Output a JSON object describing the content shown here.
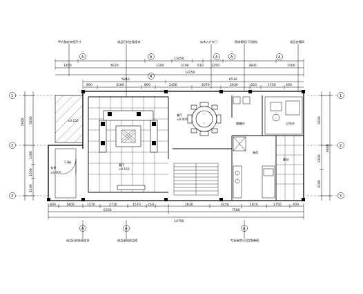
{
  "annotations_top": [
    "甲方指定衣柜尺寸",
    "成品石材台面组合",
    "实木入户大门",
    "厨房橱柜门可推拉",
    "成品衣帽间"
  ],
  "annotations_bottom": [
    "成品石材台面组合",
    "成品玻璃成品柜",
    "专业厨房公司定制橱柜"
  ],
  "axes": {
    "top": [
      "A",
      "A",
      "A",
      "A",
      "A",
      "A"
    ],
    "left": [
      "1",
      "2",
      "3"
    ],
    "right": [
      "1",
      "2",
      "3"
    ],
    "bottom": [
      "A",
      "A",
      "A"
    ]
  },
  "dims": {
    "top_row1": [
      "1400",
      "4620",
      "1200",
      "2190",
      "610",
      "1250",
      "3800",
      "1500"
    ],
    "top_total1": "13450",
    "top_total2": "14250",
    "top_row2": [
      "800",
      "3160",
      "800",
      "2450",
      "2070",
      "2030",
      "650",
      "1750",
      "400"
    ],
    "top_sub": [
      "5840",
      "6510"
    ],
    "bottom_row1": [
      "800",
      "1400",
      "1570",
      "2710",
      "1570",
      "250",
      "2630",
      "2450",
      "1610",
      "1750",
      "400"
    ],
    "bottom_sub": [
      "6330",
      "7560"
    ],
    "bottom_total": "14750",
    "left_col": [
      "3200",
      "1300",
      "1200",
      "2100"
    ],
    "left_total": "5600",
    "right_col": [
      "3200",
      "2300",
      "2100"
    ],
    "right_total": "6600"
  },
  "rooms": {
    "living": "客厅",
    "dining": "餐厅",
    "kitchen": "厨房",
    "balcony": "露台",
    "entry": "玄关",
    "storage": "储藏间",
    "bath": "卫生间",
    "lower": "下3级"
  },
  "levels": {
    "terrace": "±0.150",
    "living": "+0.150",
    "dining": "±0.000",
    "entry": "±0.000"
  },
  "colors": {
    "line": "#000000",
    "hatch": "#555555",
    "paper": "#ffffff"
  }
}
